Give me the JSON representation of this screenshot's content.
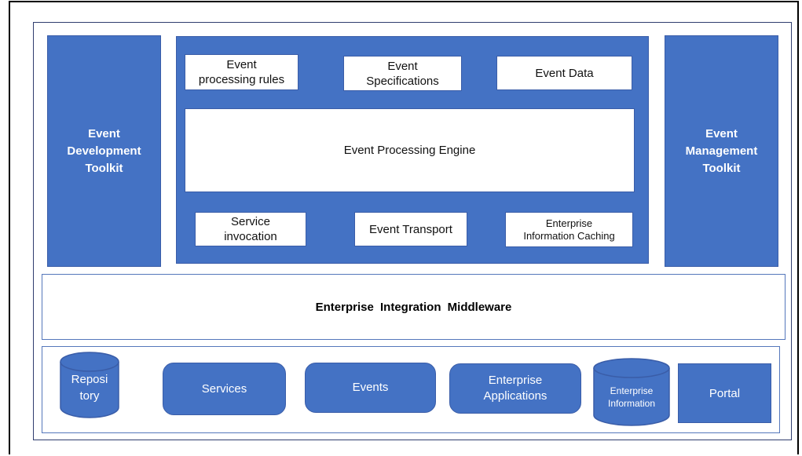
{
  "toolkits": {
    "development": "Event\nDevelopment\nToolkit",
    "management": "Event\nManagement\nToolkit"
  },
  "engine_panel": {
    "rules": "Event\nprocessing rules",
    "specifications": "Event\nSpecifications",
    "data": "Event  Data",
    "engine": "Event  Processing Engine",
    "service_invocation": "Service\ninvocation",
    "transport": "Event  Transport",
    "caching": "Enterprise\nInformation Caching"
  },
  "middleware": "Enterprise  Integration  Middleware",
  "resources": {
    "repository": "Reposi\ntory",
    "services": "Services",
    "events": "Events",
    "enterprise_applications": "Enterprise\nApplications",
    "enterprise_information": "Enterprise\nInformation",
    "portal": "Portal"
  },
  "colors": {
    "block": "#4472c4",
    "block_border": "#3a5da8",
    "frame": "#000000"
  }
}
